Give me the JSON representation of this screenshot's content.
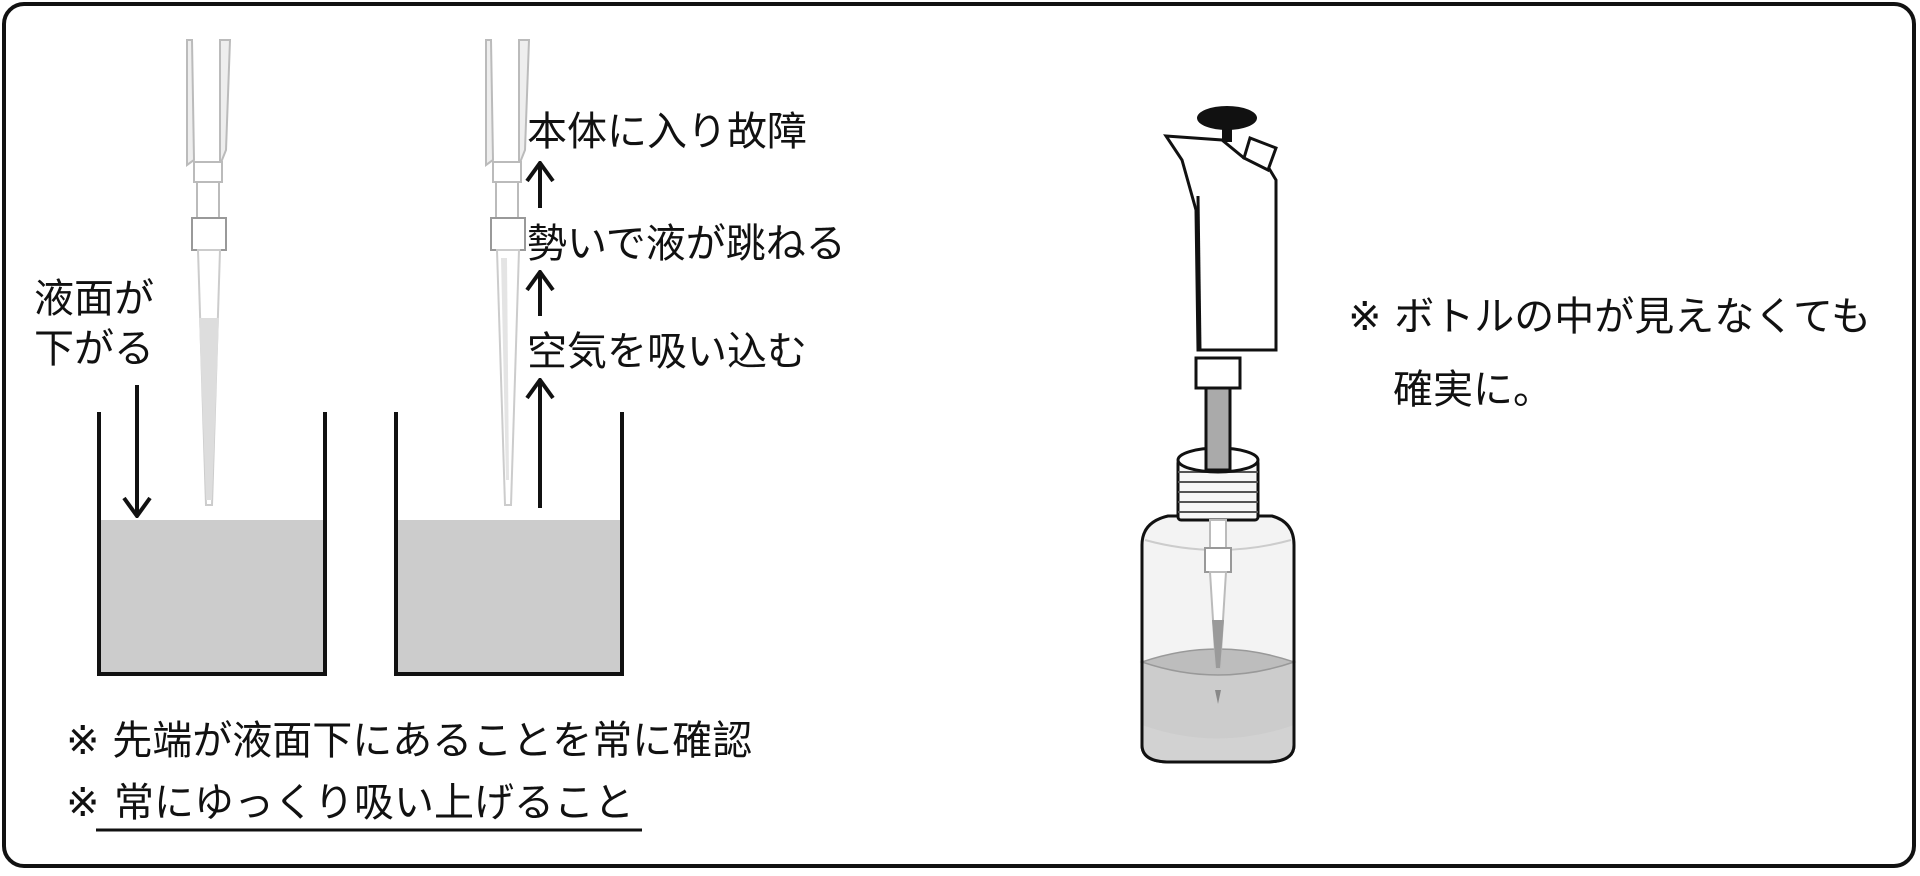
{
  "left_panel": {
    "drop_label": [
      "液面が",
      "下がる"
    ],
    "chain": {
      "top": "本体に入り故障",
      "middle": "勢いで液が跳ねる",
      "bottom": "空気を吸い込む"
    },
    "note1": "※ 先端が液面下にあることを常に確認",
    "note2_mark": "※",
    "note2_text": "常にゆっくり吸い上げること"
  },
  "right_panel": {
    "note_line1": "※ ボトルの中が見えなくても",
    "note_line2": "確実に。"
  },
  "colors": {
    "liquid": "#cccccc",
    "border": "#111111",
    "tip": "#dddddd",
    "pipette_shaft": "#aaaaaa",
    "bottle_glass": "#f3f3f3"
  }
}
